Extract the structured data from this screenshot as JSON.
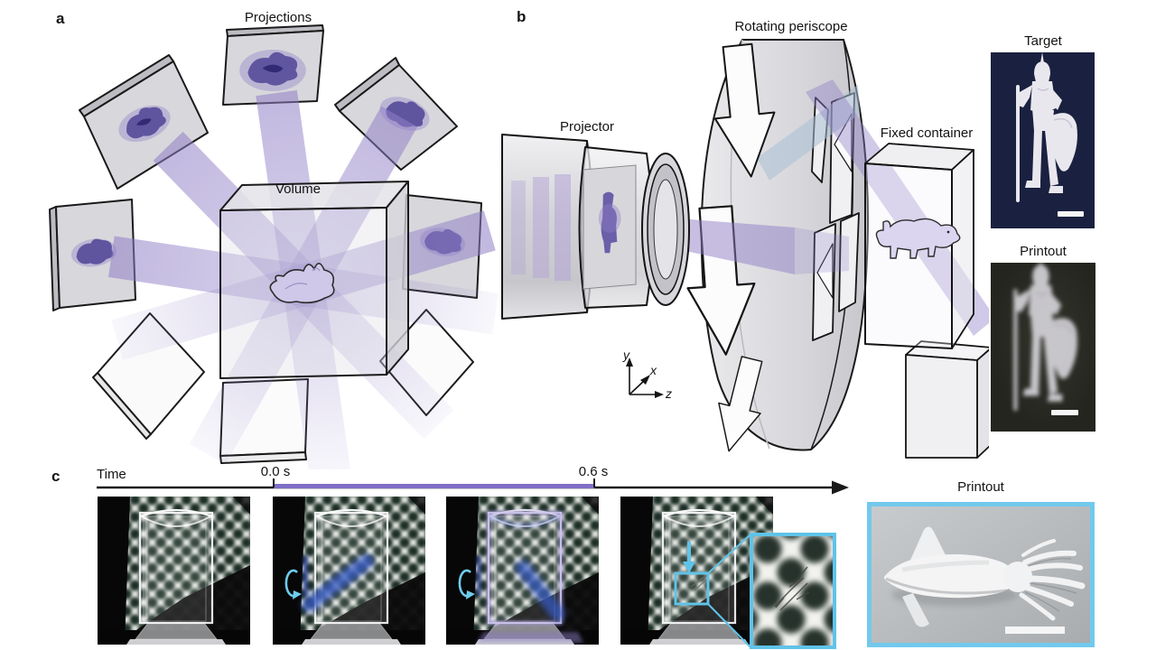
{
  "figure": {
    "panel_a": {
      "letter": "a",
      "projections_label": "Projections",
      "volume_label": "Volume"
    },
    "panel_b": {
      "letter": "b",
      "projector_label": "Projector",
      "periscope_label": "Rotating periscope",
      "container_label": "Fixed container",
      "axes": {
        "x": "x",
        "y": "y",
        "z": "z"
      },
      "target_label": "Target",
      "printout_label": "Printout"
    },
    "panel_c": {
      "letter": "c",
      "time_label": "Time",
      "time_start": "0.0 s",
      "time_end": "0.6 s",
      "printout_label": "Printout"
    },
    "colors": {
      "beam_purple": "#8f7ec6",
      "timeline_purple": "#7f6fc6",
      "highlight_cyan": "#5fc3e8",
      "target_background": "#1a2140",
      "checker_dot": "#1c2e26"
    }
  }
}
